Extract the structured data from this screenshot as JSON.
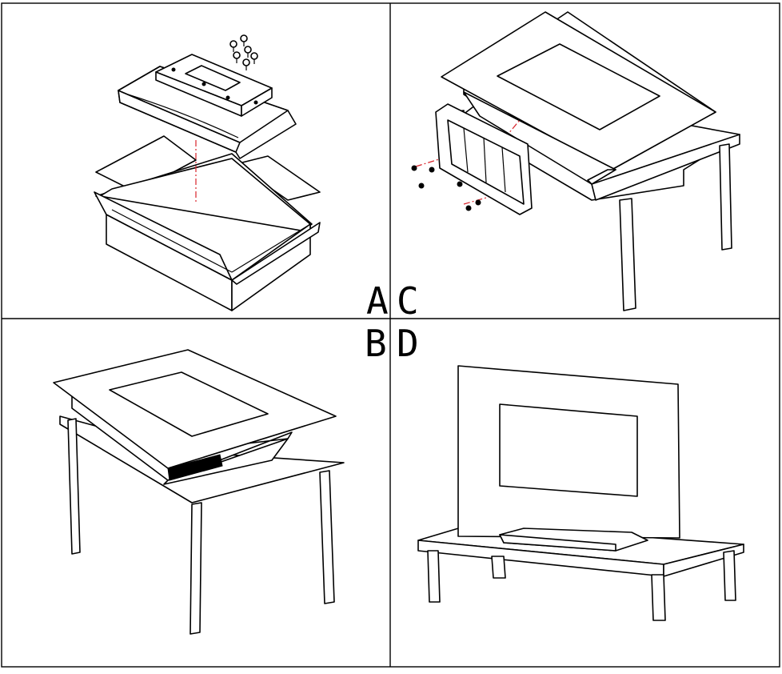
{
  "panels": [
    {
      "id": "a",
      "label": "A"
    },
    {
      "id": "b",
      "label": "B"
    },
    {
      "id": "c",
      "label": "C"
    },
    {
      "id": "d",
      "label": "D"
    }
  ],
  "colors": {
    "line": "#000000",
    "guide": "#d9232a",
    "background": "#ffffff"
  }
}
